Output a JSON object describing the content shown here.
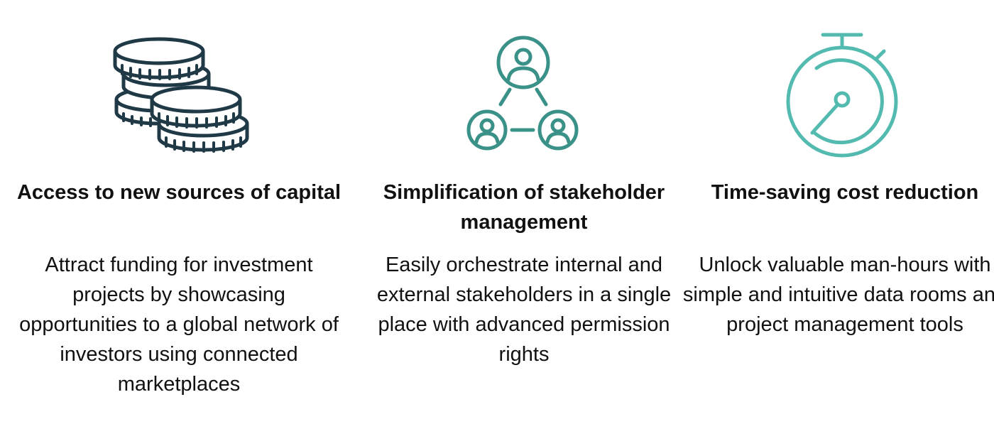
{
  "colors": {
    "coin_stroke": "#1f3a46",
    "people_stroke": "#3a9187",
    "timer_stroke": "#53bab0",
    "text": "#111111"
  },
  "features": [
    {
      "icon": "coins-stack-icon",
      "title": "Access to new sources of capital",
      "description": "Attract funding for investment projects by showcasing opportunities to a global network of investors using connected marketplaces"
    },
    {
      "icon": "stakeholder-network-icon",
      "title": "Simplification of stakeholder management",
      "description": "Easily orchestrate internal and external stakeholders in a single place with advanced permission rights"
    },
    {
      "icon": "stopwatch-icon",
      "title": "Time-saving cost reduction",
      "description": "Unlock valuable man-hours with simple and intuitive data rooms and project management tools"
    }
  ]
}
